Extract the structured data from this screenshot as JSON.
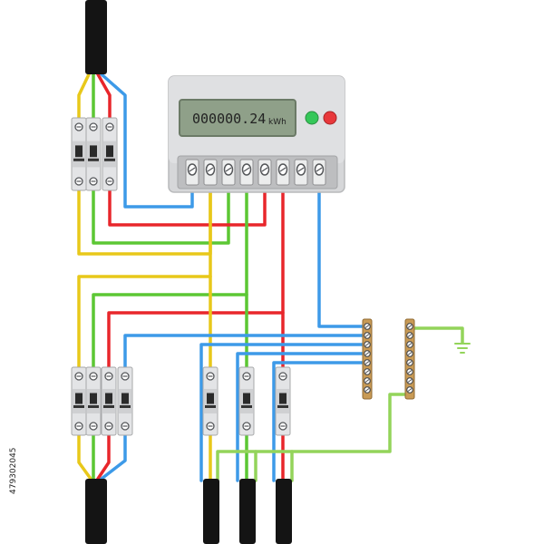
{
  "diagram": {
    "meter": {
      "reading": "000000.24",
      "unit": "kWh",
      "indicator_colors": [
        "#35c759",
        "#e8383b"
      ],
      "terminal_count": 8
    },
    "wire_colors": {
      "phase_l1": "#e8c81a",
      "phase_l2": "#5cc734",
      "phase_l3": "#e8262b",
      "neutral": "#3d9ae8",
      "earth": "#93d45a",
      "cable_sheath": "#141414"
    },
    "bus_bars": [
      {
        "role": "neutral",
        "screws": 8
      },
      {
        "role": "earth",
        "screws": 8
      }
    ],
    "breakers": {
      "main_upstream_poles": 3,
      "main_downstream_poles": 4,
      "single_pole_count": 3
    },
    "cables": {
      "incoming": 1,
      "outgoing_main": 1,
      "outgoing_single": 3
    },
    "stock_id": "479302045"
  }
}
